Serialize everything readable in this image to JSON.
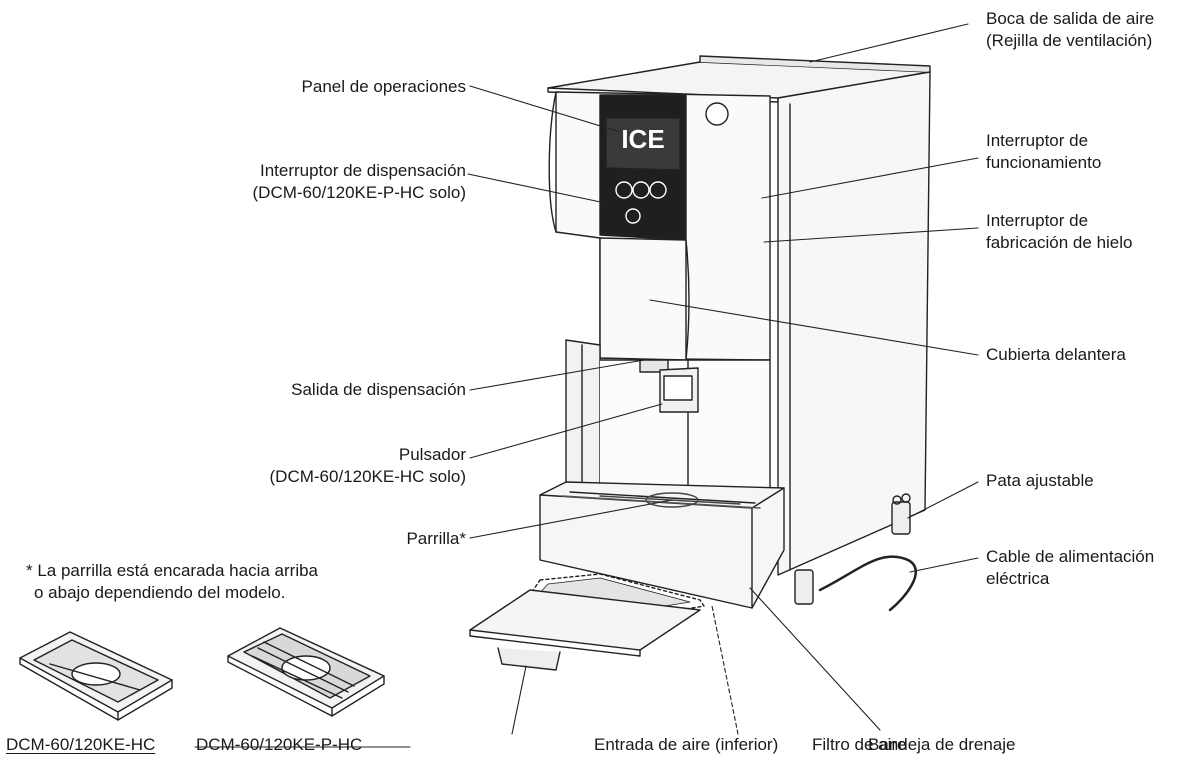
{
  "labels": {
    "boca_salida_aire": "Boca de salida de aire",
    "rejilla_ventilacion": "(Rejilla de ventilación)",
    "panel_operaciones": "Panel de operaciones",
    "interruptor_dispensacion": "Interruptor de dispensación",
    "interruptor_dispensacion_modelo": "(DCM-60/120KE-P-HC solo)",
    "interruptor_funcionamiento_1": "Interruptor de",
    "interruptor_funcionamiento_2": "funcionamiento",
    "interruptor_fabricacion_1": "Interruptor de",
    "interruptor_fabricacion_2": "fabricación de hielo",
    "cubierta_delantera": "Cubierta delantera",
    "salida_dispensacion": "Salida de dispensación",
    "pulsador": "Pulsador",
    "pulsador_modelo": "(DCM-60/120KE-HC solo)",
    "pata_ajustable": "Pata ajustable",
    "parrilla": "Parrilla*",
    "cable_1": "Cable de alimentación",
    "cable_2": "eléctrica",
    "nota_1": "* La parrilla está encarada hacia arriba",
    "nota_2": "o abajo dependiendo del modelo.",
    "modelo_hc": "DCM-60/120KE-HC",
    "modelo_p_hc": "DCM-60/120KE-P-HC",
    "entrada_aire": "Entrada de aire (inferior)",
    "filtro_aire": "Filtro de aire",
    "bandeja_drenaje": "Bandeja de drenaje"
  },
  "panel_brand": "ICE"
}
